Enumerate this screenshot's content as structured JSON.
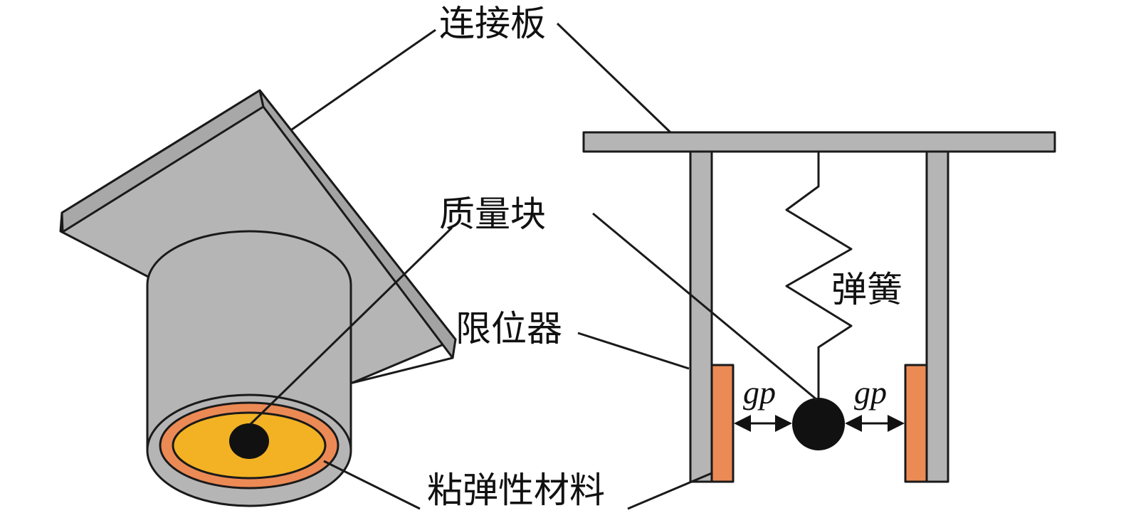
{
  "labels": {
    "connecting_plate": "连接板",
    "mass_block": "质量块",
    "spring": "弹簧",
    "stopper": "限位器",
    "viscoelastic_material": "粘弹性材料",
    "gap_left": "gp",
    "gap_right": "gp"
  },
  "colors": {
    "steel_gray": "#b5b5b5",
    "orange_layer": "#ec8a55",
    "yellow_core": "#f2b224",
    "mass_black": "#111111",
    "outline": "#1a1a1a",
    "background": "#ffffff"
  }
}
